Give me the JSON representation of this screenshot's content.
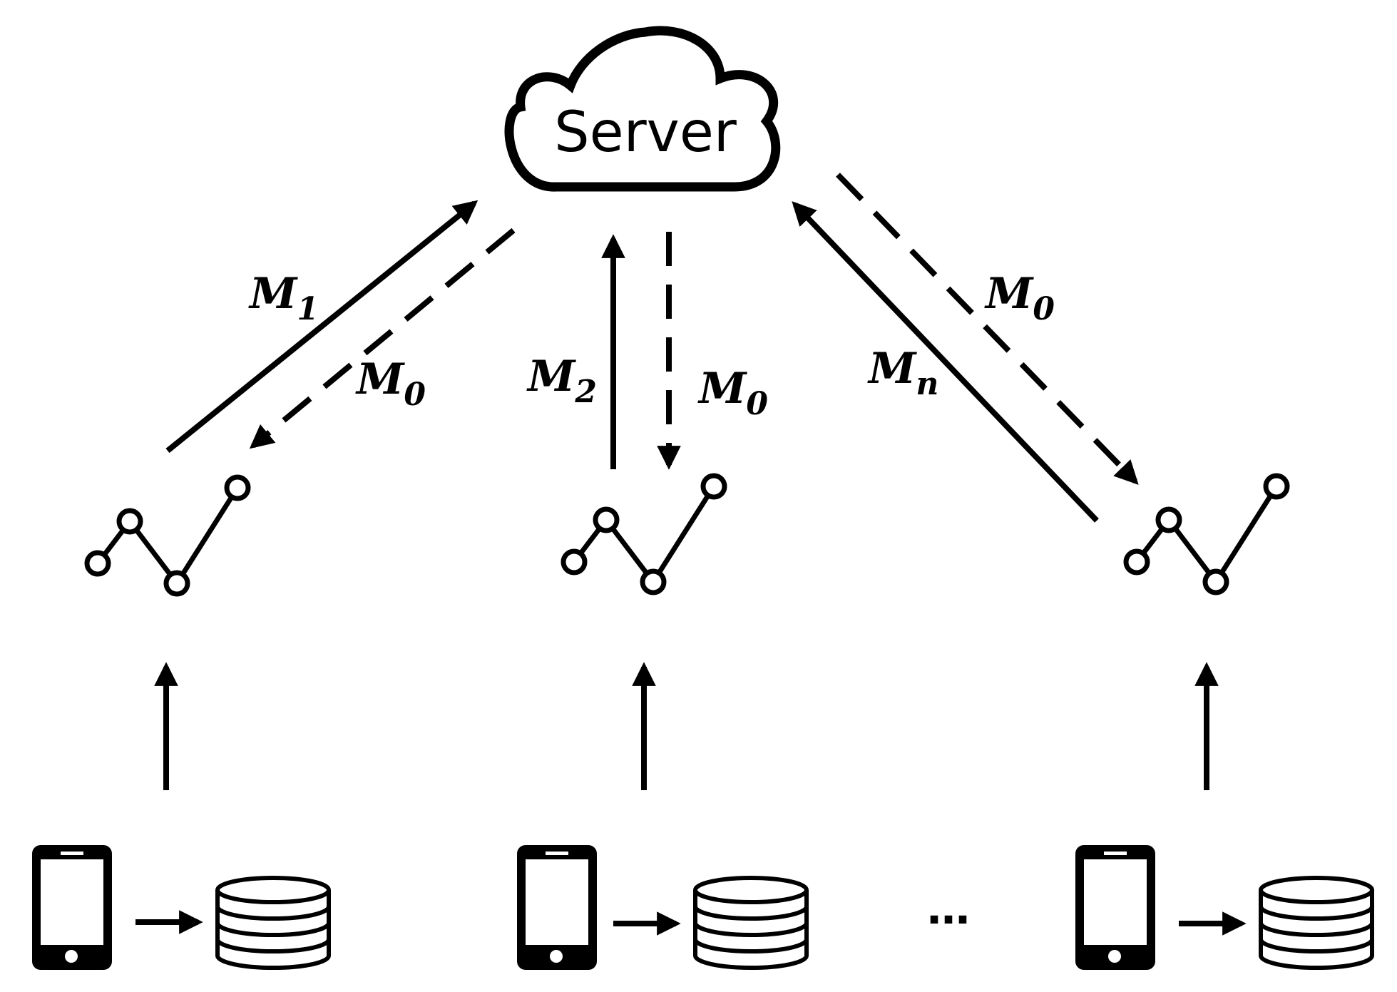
{
  "server": {
    "label": "Server",
    "icon": "cloud-icon"
  },
  "labels": {
    "client1_up": {
      "main": "M",
      "sub": "1"
    },
    "client1_down": {
      "main": "M",
      "sub": "0"
    },
    "client2_up": {
      "main": "M",
      "sub": "2"
    },
    "client2_down": {
      "main": "M",
      "sub": "0"
    },
    "clientn_up": {
      "main": "M",
      "sub": "n"
    },
    "clientn_down": {
      "main": "M",
      "sub": "0"
    }
  },
  "ellipsis": "…",
  "icons": {
    "model": "model-graph-icon",
    "device": "smartphone-icon",
    "data": "database-icon"
  },
  "colors": {
    "stroke": "#000000",
    "background": "#ffffff"
  }
}
